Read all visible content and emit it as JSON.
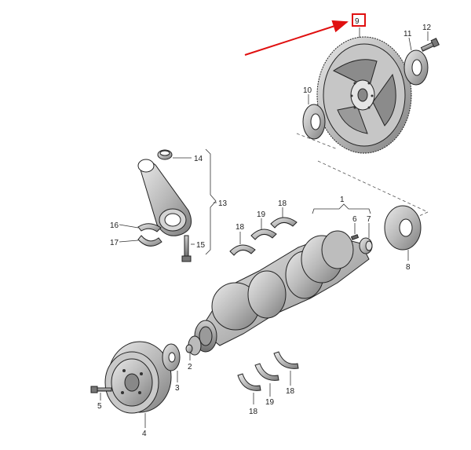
{
  "diagram": {
    "highlight_color": "#e01010",
    "callouts": {
      "c1": "1",
      "c2": "2",
      "c3": "3",
      "c4": "4",
      "c5": "5",
      "c6": "6",
      "c7": "7",
      "c8": "8",
      "c9": "9",
      "c10": "10",
      "c11": "11",
      "c12": "12",
      "c13": "13",
      "c14": "14",
      "c15": "15",
      "c16": "16",
      "c17": "17",
      "c18a": "18",
      "c18b": "18",
      "c18c": "18",
      "c18d": "18",
      "c19a": "19",
      "c19b": "19"
    }
  }
}
